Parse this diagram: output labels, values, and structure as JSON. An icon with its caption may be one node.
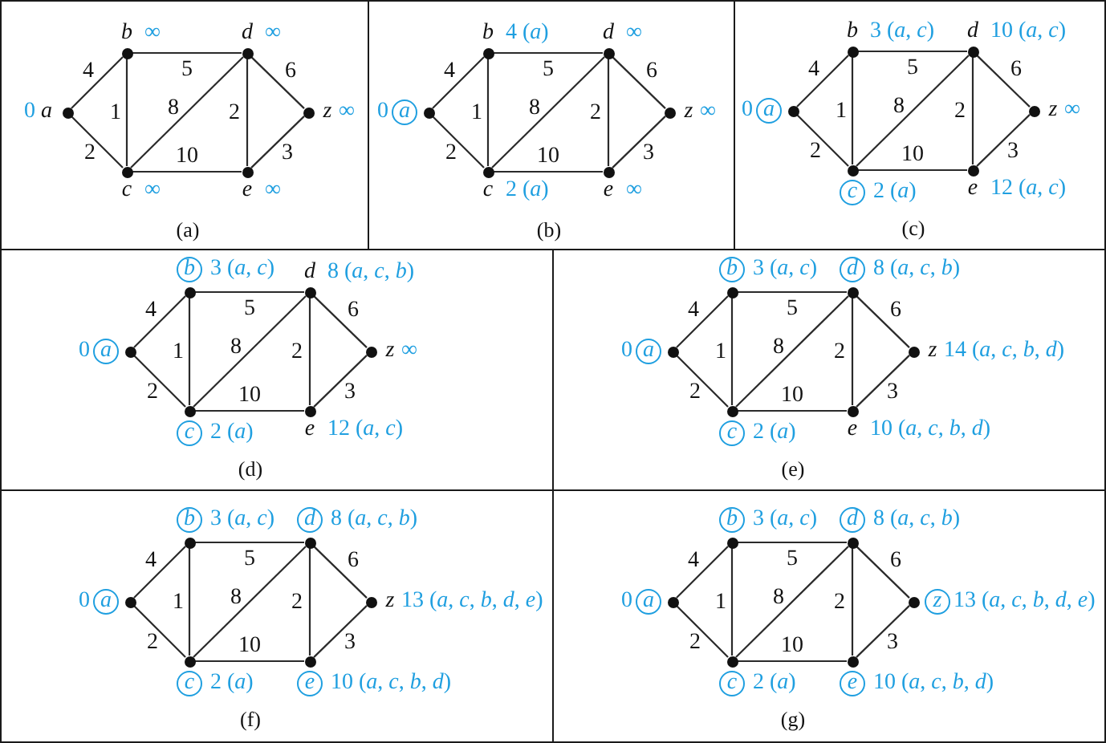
{
  "diagram": {
    "nodes": [
      {
        "text": [
          "(a)"
        ]
      },
      {
        "text": [
          "a"
        ],
        "beside": [
          "0"
        ],
        "in": 0
      },
      {
        "text": [
          "b"
        ],
        "beside": [
          "∞"
        ],
        "in": 0
      },
      {
        "text": [
          "c"
        ],
        "beside": [
          "∞"
        ],
        "in": 0
      },
      {
        "text": [
          "d"
        ],
        "beside": [
          "∞"
        ],
        "in": 0
      },
      {
        "text": [
          "e"
        ],
        "beside": [
          "∞"
        ],
        "in": 0
      },
      {
        "text": [
          "z"
        ],
        "beside": [
          "∞"
        ],
        "in": 0
      },
      {
        "text": [
          "(b)"
        ]
      },
      {
        "text": [
          "a"
        ],
        "beside": [
          "0"
        ],
        "in": 7
      },
      {
        "text": [
          "b"
        ],
        "beside": [
          "4 (*a*)"
        ],
        "in": 7
      },
      {
        "text": [
          "c"
        ],
        "beside": [
          "2 (*a*)"
        ],
        "in": 7
      },
      {
        "text": [
          "d"
        ],
        "beside": [
          "∞"
        ],
        "in": 7
      },
      {
        "text": [
          "e"
        ],
        "beside": [
          "∞"
        ],
        "in": 7
      },
      {
        "text": [
          "z"
        ],
        "beside": [
          "∞"
        ],
        "in": 7
      },
      {
        "text": [
          "(c)"
        ]
      },
      {
        "text": [
          "a"
        ],
        "beside": [
          "0"
        ],
        "in": 14
      },
      {
        "text": [
          "b"
        ],
        "beside": [
          "3 (*a*, *c*)"
        ],
        "in": 14
      },
      {
        "text": [
          "c"
        ],
        "beside": [
          "2 (*a*)"
        ],
        "in": 14
      },
      {
        "text": [
          "d"
        ],
        "beside": [
          "10 (*a*, *c*)"
        ],
        "in": 14
      },
      {
        "text": [
          "e"
        ],
        "beside": [
          "12 (*a*, *c*)"
        ],
        "in": 14
      },
      {
        "text": [
          "z"
        ],
        "beside": [
          "∞"
        ],
        "in": 14
      },
      {
        "text": [
          "(d)"
        ]
      },
      {
        "text": [
          "a"
        ],
        "beside": [
          "0"
        ],
        "in": 21
      },
      {
        "text": [
          "b"
        ],
        "beside": [
          "3 (*a*, *c*)"
        ],
        "in": 21
      },
      {
        "text": [
          "c"
        ],
        "beside": [
          "2 (*a*)"
        ],
        "in": 21
      },
      {
        "text": [
          "d"
        ],
        "beside": [
          "8 (*a*, *c*, *b*)"
        ],
        "in": 21
      },
      {
        "text": [
          "e"
        ],
        "beside": [
          "12 (*a*, *c*)"
        ],
        "in": 21
      },
      {
        "text": [
          "z"
        ],
        "beside": [
          "∞"
        ],
        "in": 21
      },
      {
        "text": [
          "(e)"
        ]
      },
      {
        "text": [
          "a"
        ],
        "beside": [
          "0"
        ],
        "in": 28
      },
      {
        "text": [
          "b"
        ],
        "beside": [
          "3 (*a*, *c*)"
        ],
        "in": 28
      },
      {
        "text": [
          "c"
        ],
        "beside": [
          "2 (*a*)"
        ],
        "in": 28
      },
      {
        "text": [
          "d"
        ],
        "beside": [
          "8 (*a*, *c*, *b*)"
        ],
        "in": 28
      },
      {
        "text": [
          "e"
        ],
        "beside": [
          "10 (*a*, *c*, *b*, *d*)"
        ],
        "in": 28
      },
      {
        "text": [
          "z"
        ],
        "beside": [
          "14 (*a*, *c*, *b*, *d*)"
        ],
        "in": 28
      },
      {
        "text": [
          "(f)"
        ]
      },
      {
        "text": [
          "a"
        ],
        "beside": [
          "0"
        ],
        "in": 35
      },
      {
        "text": [
          "b"
        ],
        "beside": [
          "3 (*a*, *c*)"
        ],
        "in": 35
      },
      {
        "text": [
          "c"
        ],
        "beside": [
          "2 (*a*)"
        ],
        "in": 35
      },
      {
        "text": [
          "d"
        ],
        "beside": [
          "8 (*a*, *c*, *b*)"
        ],
        "in": 35
      },
      {
        "text": [
          "e"
        ],
        "beside": [
          "10 (*a*, *c*, *b*, *d*)"
        ],
        "in": 35
      },
      {
        "text": [
          "z"
        ],
        "beside": [
          "13 (*a*, *c*, *b*, *d*, *e*)"
        ],
        "in": 35
      },
      {
        "text": [
          "(g)"
        ]
      },
      {
        "text": [
          "a"
        ],
        "beside": [
          "0"
        ],
        "in": 42
      },
      {
        "text": [
          "b"
        ],
        "beside": [
          "3 (*a*, *c*)"
        ],
        "in": 42
      },
      {
        "text": [
          "c"
        ],
        "beside": [
          "2 (*a*)"
        ],
        "in": 42
      },
      {
        "text": [
          "d"
        ],
        "beside": [
          "8 (*a*, *c*, *b*)"
        ],
        "in": 42
      },
      {
        "text": [
          "e"
        ],
        "beside": [
          "10 (*a*, *c*, *b*, *d*)"
        ],
        "in": 42
      },
      {
        "text": [
          "z"
        ],
        "beside": [
          "13 (*a*, *c*, *b*, *d*, *e*)"
        ],
        "in": 42
      }
    ],
    "edges": [
      {
        "from": 1,
        "to": 2,
        "arrow": "none",
        "label": "4"
      },
      {
        "from": 1,
        "to": 3,
        "arrow": "none",
        "label": "2"
      },
      {
        "from": 2,
        "to": 4,
        "arrow": "none",
        "label": "5"
      },
      {
        "from": 2,
        "to": 3,
        "arrow": "none",
        "label": "1"
      },
      {
        "from": 3,
        "to": 4,
        "arrow": "none",
        "label": "8"
      },
      {
        "from": 4,
        "to": 5,
        "arrow": "none",
        "label": "2"
      },
      {
        "from": 3,
        "to": 5,
        "arrow": "none",
        "label": "10"
      },
      {
        "from": 4,
        "to": 6,
        "arrow": "none",
        "label": "6"
      },
      {
        "from": 5,
        "to": 6,
        "arrow": "none",
        "label": "3"
      },
      {
        "from": 8,
        "to": 9,
        "arrow": "none",
        "label": "4"
      },
      {
        "from": 8,
        "to": 10,
        "arrow": "none",
        "label": "2"
      },
      {
        "from": 9,
        "to": 11,
        "arrow": "none",
        "label": "5"
      },
      {
        "from": 9,
        "to": 10,
        "arrow": "none",
        "label": "1"
      },
      {
        "from": 10,
        "to": 11,
        "arrow": "none",
        "label": "8"
      },
      {
        "from": 11,
        "to": 12,
        "arrow": "none",
        "label": "2"
      },
      {
        "from": 10,
        "to": 12,
        "arrow": "none",
        "label": "10"
      },
      {
        "from": 11,
        "to": 13,
        "arrow": "none",
        "label": "6"
      },
      {
        "from": 12,
        "to": 13,
        "arrow": "none",
        "label": "3"
      },
      {
        "from": 15,
        "to": 16,
        "arrow": "none",
        "label": "4"
      },
      {
        "from": 15,
        "to": 17,
        "arrow": "none",
        "label": "2"
      },
      {
        "from": 16,
        "to": 18,
        "arrow": "none",
        "label": "5"
      },
      {
        "from": 16,
        "to": 17,
        "arrow": "none",
        "label": "1"
      },
      {
        "from": 17,
        "to": 18,
        "arrow": "none",
        "label": "8"
      },
      {
        "from": 18,
        "to": 19,
        "arrow": "none",
        "label": "2"
      },
      {
        "from": 17,
        "to": 19,
        "arrow": "none",
        "label": "10"
      },
      {
        "from": 18,
        "to": 20,
        "arrow": "none",
        "label": "6"
      },
      {
        "from": 19,
        "to": 20,
        "arrow": "none",
        "label": "3"
      },
      {
        "from": 22,
        "to": 23,
        "arrow": "none",
        "label": "4"
      },
      {
        "from": 22,
        "to": 24,
        "arrow": "none",
        "label": "2"
      },
      {
        "from": 23,
        "to": 25,
        "arrow": "none",
        "label": "5"
      },
      {
        "from": 23,
        "to": 24,
        "arrow": "none",
        "label": "1"
      },
      {
        "from": 24,
        "to": 25,
        "arrow": "none",
        "label": "8"
      },
      {
        "from": 25,
        "to": 26,
        "arrow": "none",
        "label": "2"
      },
      {
        "from": 24,
        "to": 26,
        "arrow": "none",
        "label": "10"
      },
      {
        "from": 25,
        "to": 27,
        "arrow": "none",
        "label": "6"
      },
      {
        "from": 26,
        "to": 27,
        "arrow": "none",
        "label": "3"
      },
      {
        "from": 29,
        "to": 30,
        "arrow": "none",
        "label": "4"
      },
      {
        "from": 29,
        "to": 31,
        "arrow": "none",
        "label": "2"
      },
      {
        "from": 30,
        "to": 32,
        "arrow": "none",
        "label": "5"
      },
      {
        "from": 30,
        "to": 31,
        "arrow": "none",
        "label": "1"
      },
      {
        "from": 31,
        "to": 32,
        "arrow": "none",
        "label": "8"
      },
      {
        "from": 32,
        "to": 33,
        "arrow": "none",
        "label": "2"
      },
      {
        "from": 31,
        "to": 33,
        "arrow": "none",
        "label": "10"
      },
      {
        "from": 32,
        "to": 34,
        "arrow": "none",
        "label": "6"
      },
      {
        "from": 33,
        "to": 34,
        "arrow": "none",
        "label": "3"
      },
      {
        "from": 36,
        "to": 37,
        "arrow": "none",
        "label": "4"
      },
      {
        "from": 36,
        "to": 38,
        "arrow": "none",
        "label": "2"
      },
      {
        "from": 37,
        "to": 39,
        "arrow": "none",
        "label": "5"
      },
      {
        "from": 37,
        "to": 38,
        "arrow": "none",
        "label": "1"
      },
      {
        "from": 38,
        "to": 39,
        "arrow": "none",
        "label": "8"
      },
      {
        "from": 39,
        "to": 40,
        "arrow": "none",
        "label": "2"
      },
      {
        "from": 38,
        "to": 40,
        "arrow": "none",
        "label": "10"
      },
      {
        "from": 39,
        "to": 41,
        "arrow": "none",
        "label": "6"
      },
      {
        "from": 40,
        "to": 41,
        "arrow": "none",
        "label": "3"
      },
      {
        "from": 43,
        "to": 44,
        "arrow": "none",
        "label": "4"
      },
      {
        "from": 43,
        "to": 45,
        "arrow": "none",
        "label": "2"
      },
      {
        "from": 44,
        "to": 46,
        "arrow": "none",
        "label": "5"
      },
      {
        "from": 44,
        "to": 45,
        "arrow": "none",
        "label": "1"
      },
      {
        "from": 45,
        "to": 46,
        "arrow": "none",
        "label": "8"
      },
      {
        "from": 46,
        "to": 47,
        "arrow": "none",
        "label": "2"
      },
      {
        "from": 45,
        "to": 47,
        "arrow": "none",
        "label": "10"
      },
      {
        "from": 46,
        "to": 48,
        "arrow": "none",
        "label": "6"
      },
      {
        "from": 47,
        "to": 48,
        "arrow": "none",
        "label": "3"
      }
    ]
  }
}
